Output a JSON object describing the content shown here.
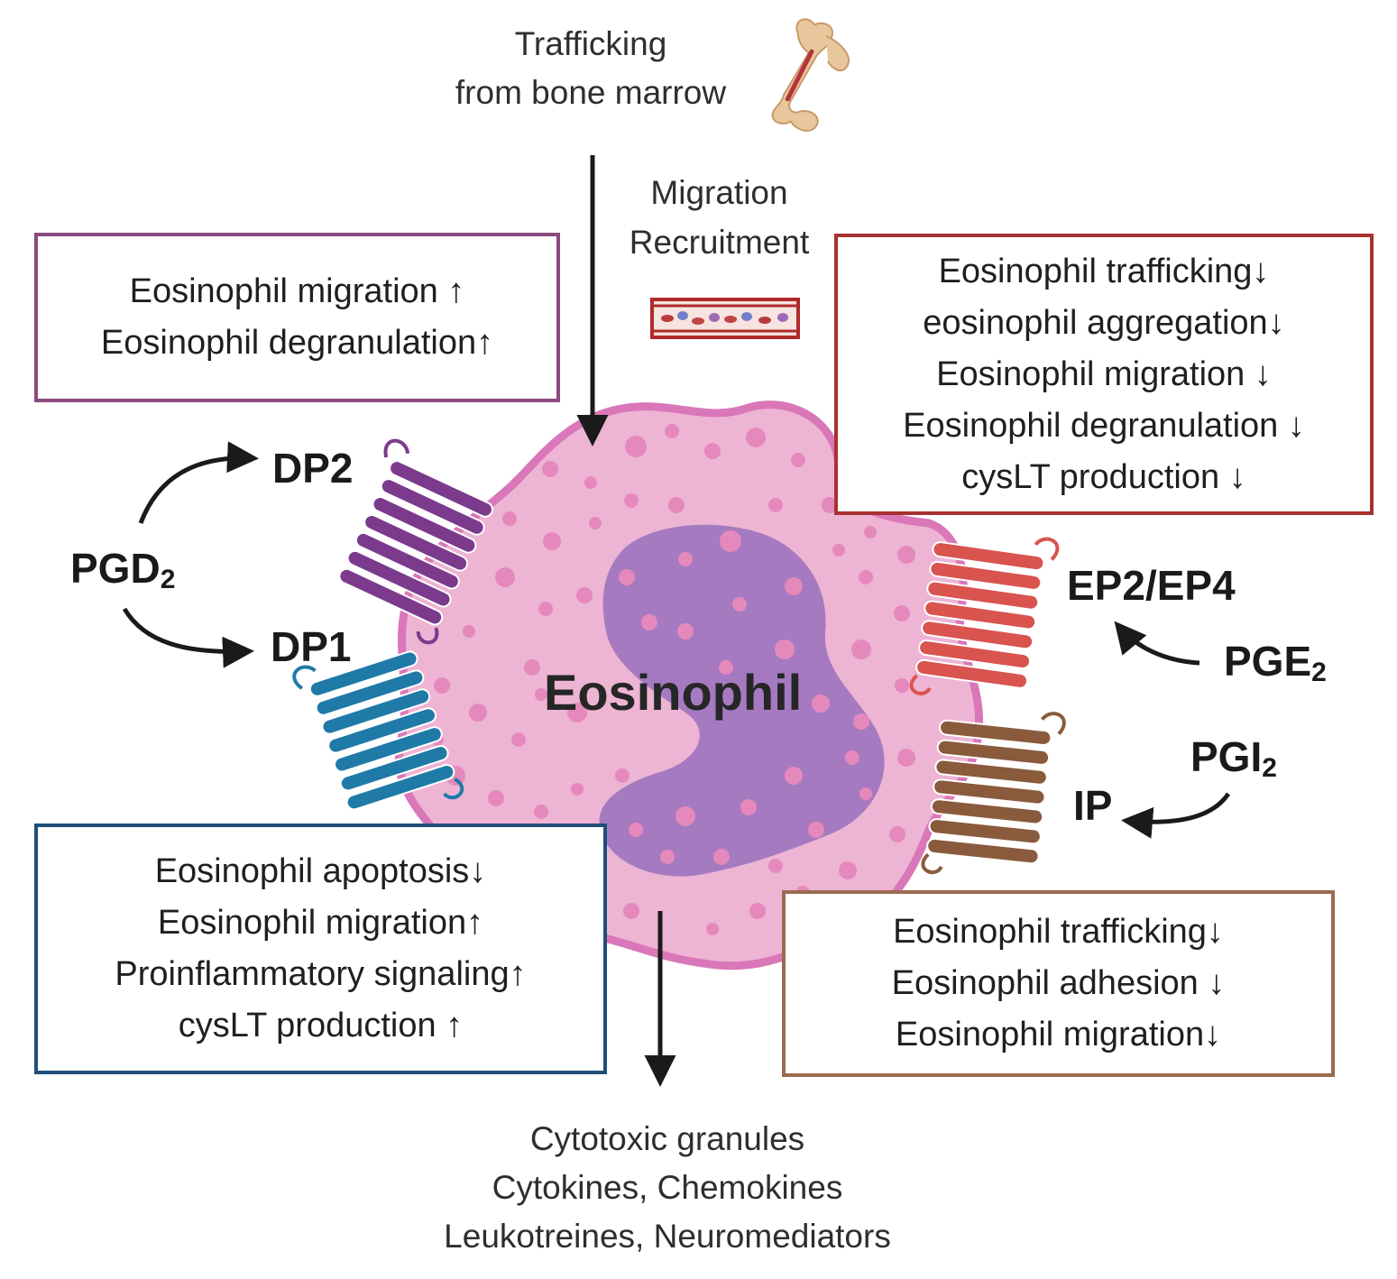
{
  "top": {
    "title_line1": "Trafficking",
    "title_line2": "from bone marrow"
  },
  "migration": {
    "line1": "Migration",
    "line2": "Recruitment"
  },
  "cell": {
    "label": "Eosinophil"
  },
  "ligands": {
    "pgd2": "PGD",
    "pgd2_sub": "2",
    "pge2": "PGE",
    "pge2_sub": "2",
    "pgi2": "PGI",
    "pgi2_sub": "2"
  },
  "receptors": {
    "dp2": "DP2",
    "dp1": "DP1",
    "ep2ep4": "EP2/EP4",
    "ip": "IP"
  },
  "boxes": {
    "dp2": [
      "Eosinophil migration ↑",
      "Eosinophil degranulation↑"
    ],
    "ep": [
      "Eosinophil trafficking↓",
      "eosinophil aggregation↓",
      "Eosinophil migration ↓",
      "Eosinophil degranulation ↓",
      "cysLT production ↓"
    ],
    "dp1": [
      "Eosinophil apoptosis↓",
      "Eosinophil migration↑",
      "Proinflammatory signaling↑",
      "cysLT production ↑"
    ],
    "ip": [
      "Eosinophil trafficking↓",
      "Eosinophil adhesion ↓",
      "Eosinophil migration↓"
    ]
  },
  "outputs": {
    "line1": "Cytotoxic granules",
    "line2": "Cytokines, Chemokines",
    "line3": "Leukotreines, Neuromediators"
  },
  "colors": {
    "dp2_box": "#8b4a7e",
    "ep_box": "#a83232",
    "dp1_box": "#1f4e79",
    "ip_box": "#9a6a52",
    "dp2_receptor": "#7b3a8c",
    "dp1_receptor": "#1f7aa8",
    "ep_receptor": "#d9534f",
    "ip_receptor": "#8a5a3c",
    "cell_body": "#eeb4d4",
    "cell_outline": "#d977b9",
    "nucleus": "#a57ac0",
    "granule": "#e589bd"
  }
}
